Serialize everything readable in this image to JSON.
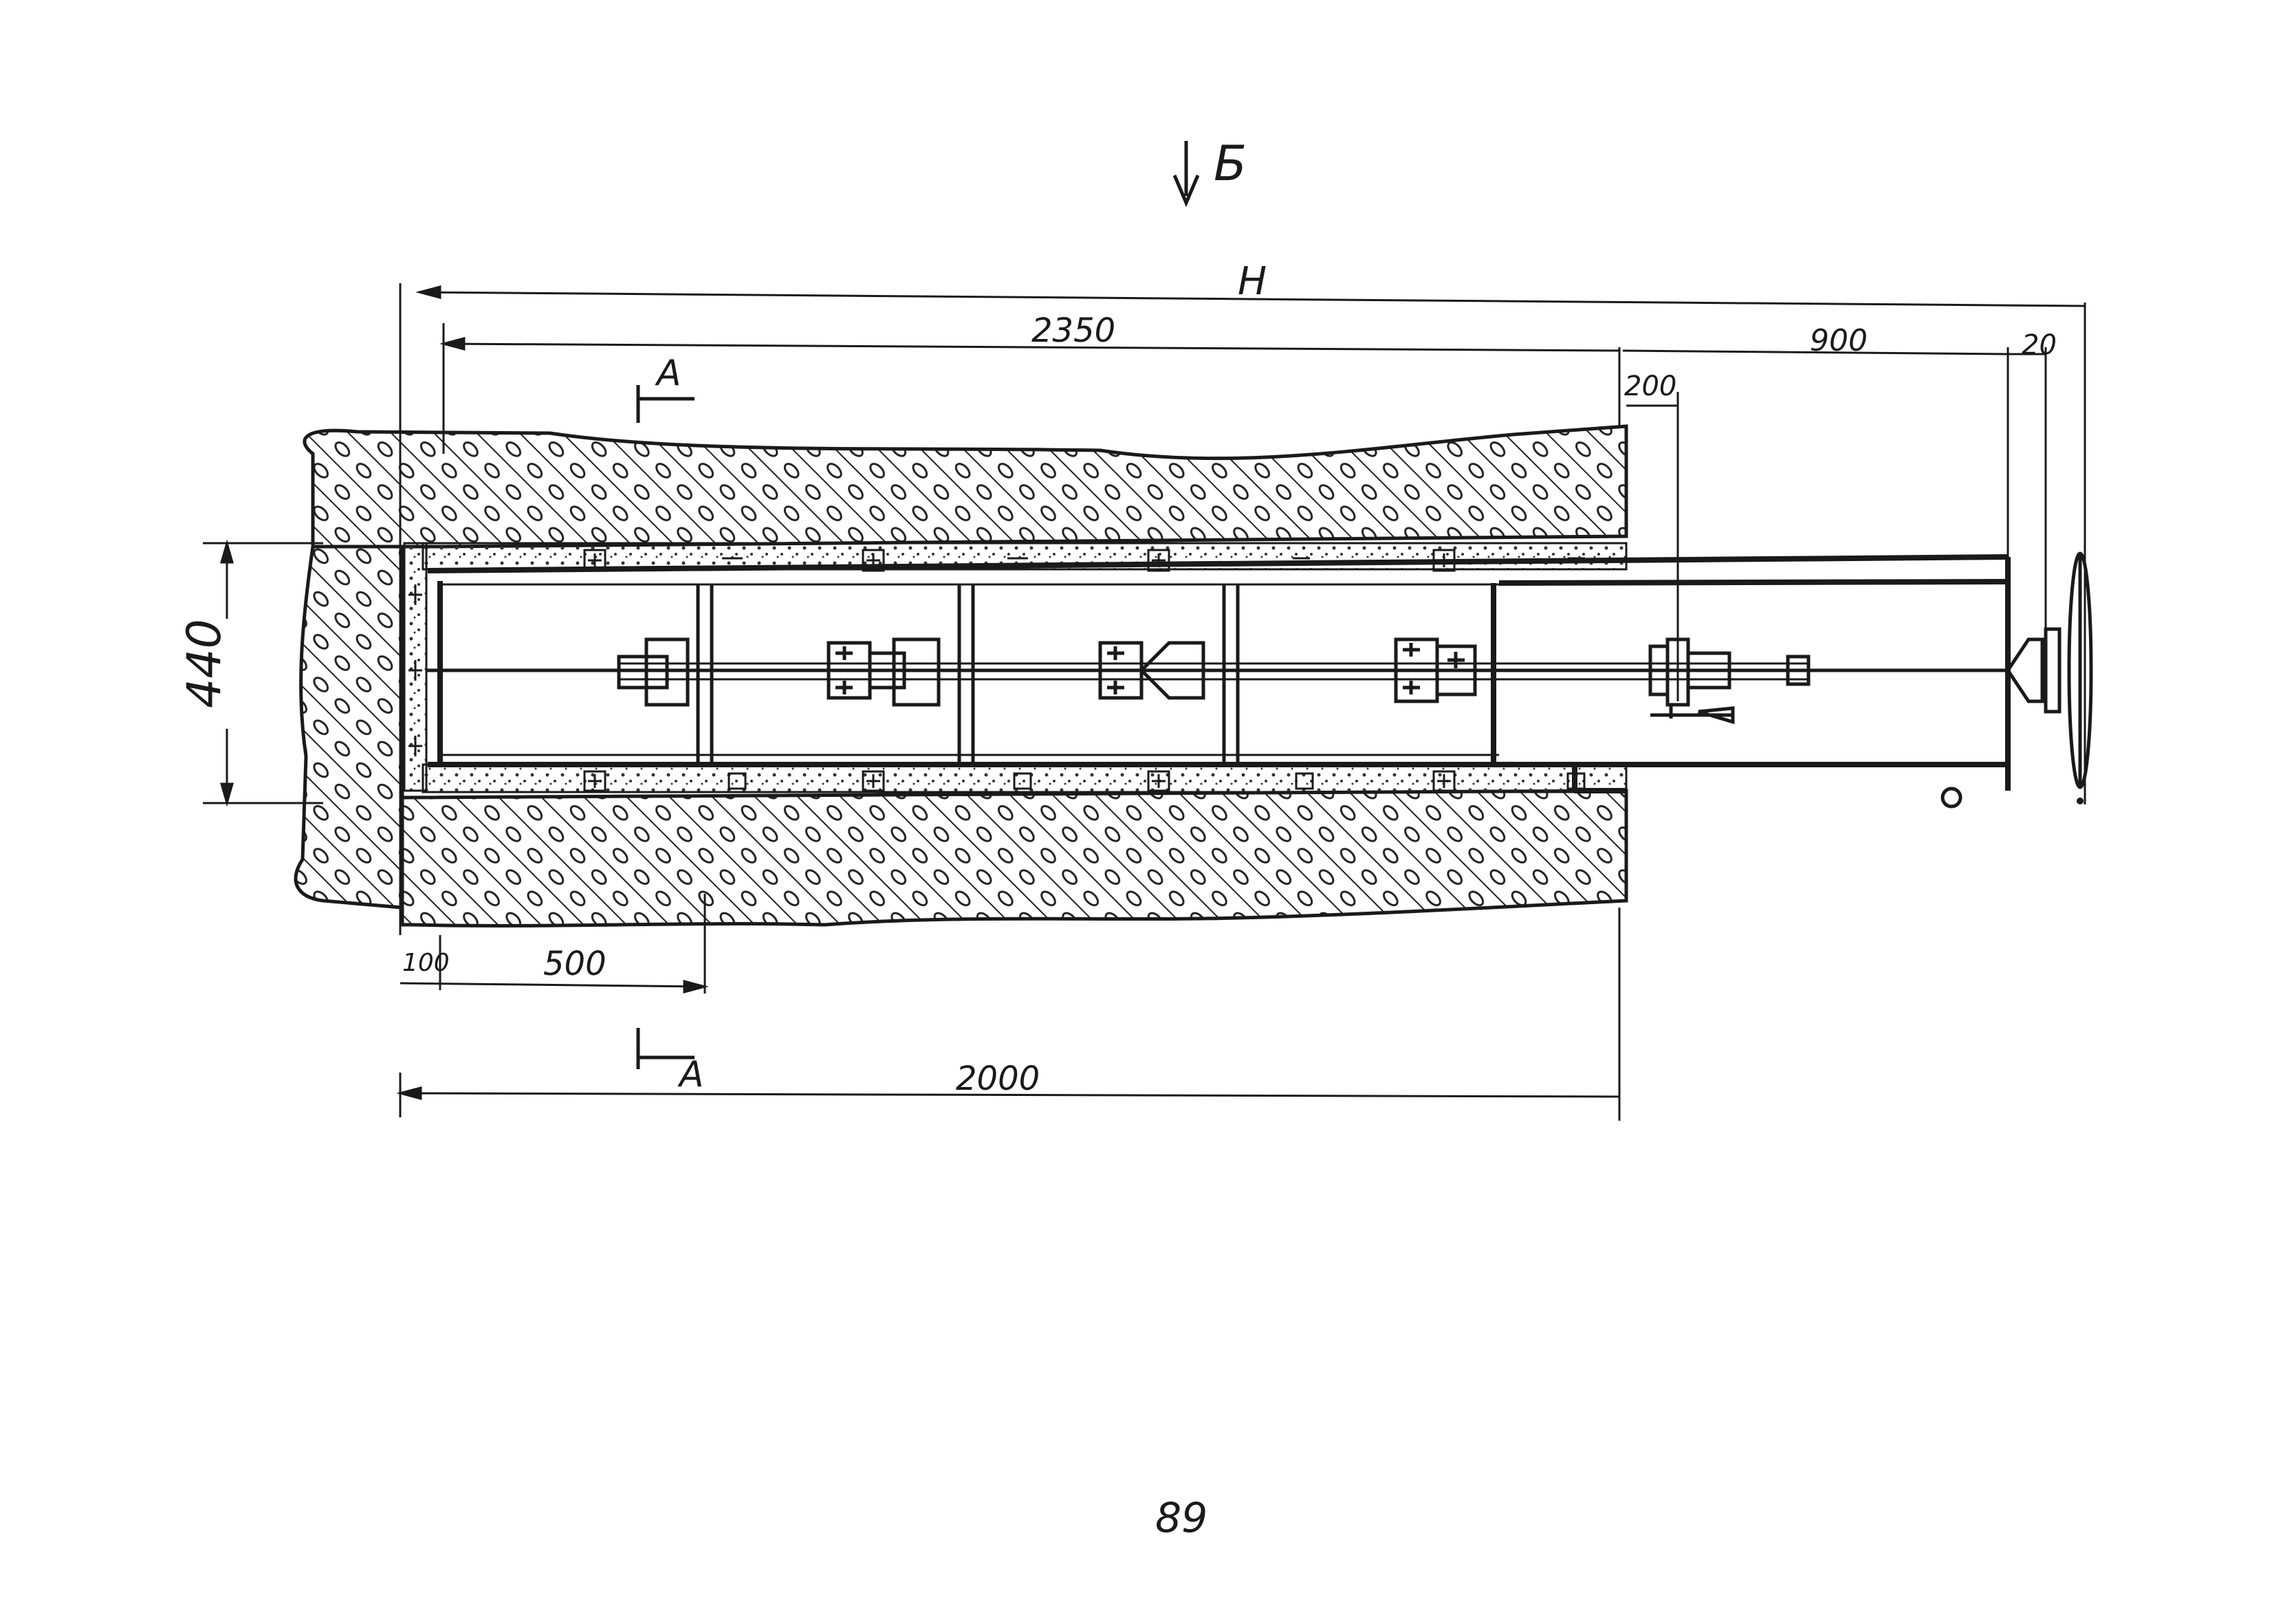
{
  "view_label": "Б",
  "section_marks": {
    "top": "А",
    "bottom": "А"
  },
  "dimensions": {
    "overall": "Н",
    "inner_length": "2350",
    "extension": "900",
    "flange": "20",
    "step": "200",
    "height": "440",
    "edge_offset": "100",
    "section_offset": "500",
    "wall_length": "2000"
  },
  "page_number": "89"
}
